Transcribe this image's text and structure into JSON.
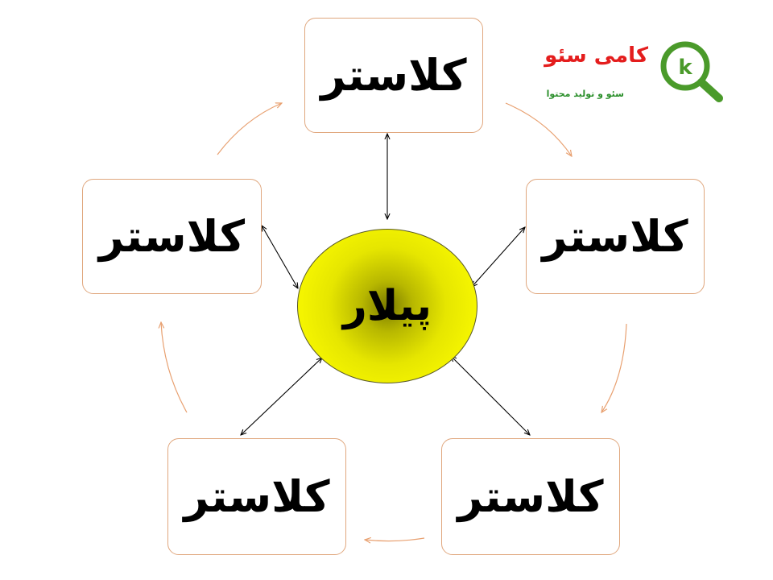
{
  "diagram": {
    "center": {
      "label": "پیلار"
    },
    "clusters": [
      {
        "label": "کلاستر"
      },
      {
        "label": "کلاستر"
      },
      {
        "label": "کلاستر"
      },
      {
        "label": "کلاستر"
      },
      {
        "label": "کلاستر"
      }
    ]
  },
  "logo": {
    "name": "کامی سئو",
    "tagline": "سئو و تولید محتوا",
    "icon": "magnifier-k-icon",
    "icon_letter": "k"
  },
  "colors": {
    "box_border": "#e0a77e",
    "cycle_arrow": "#e8a070",
    "link_arrow": "#000000",
    "pillar_fill": "#f5f500",
    "logo_red": "#e41d1d",
    "logo_green": "#4a9a2a"
  }
}
